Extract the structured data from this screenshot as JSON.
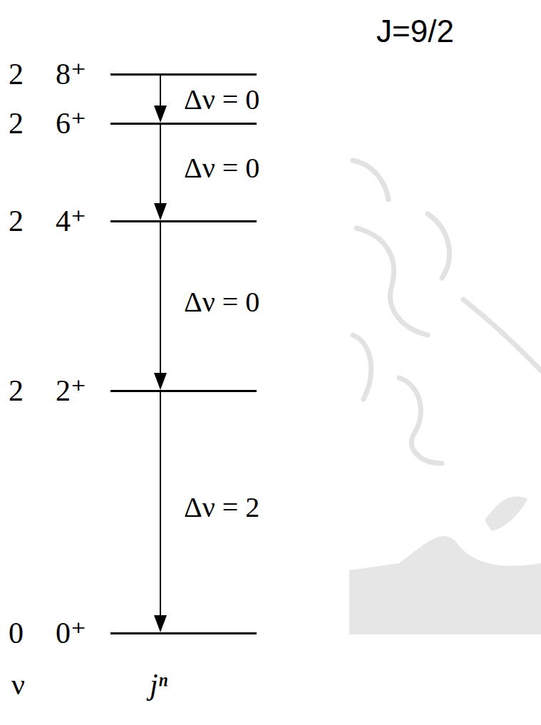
{
  "diagram": {
    "title": "J=9/2",
    "nodes": [
      {
        "text": [
          "2",
          "8⁺"
        ]
      },
      {
        "text": [
          "2",
          "6⁺"
        ]
      },
      {
        "text": [
          "2",
          "4⁺"
        ]
      },
      {
        "text": [
          "2",
          "2⁺"
        ]
      },
      {
        "text": [
          "0",
          "0⁺"
        ]
      }
    ],
    "edges": [
      {
        "from": 0,
        "to": 1,
        "arrow": "to",
        "label": "Δν = 0"
      },
      {
        "from": 1,
        "to": 2,
        "arrow": "to",
        "label": "Δν = 0"
      },
      {
        "from": 2,
        "to": 3,
        "arrow": "to",
        "label": "Δν = 0"
      },
      {
        "from": 3,
        "to": 4,
        "arrow": "to",
        "label": "Δν = 2"
      }
    ],
    "labels": [
      "ν",
      "jⁿ"
    ]
  }
}
